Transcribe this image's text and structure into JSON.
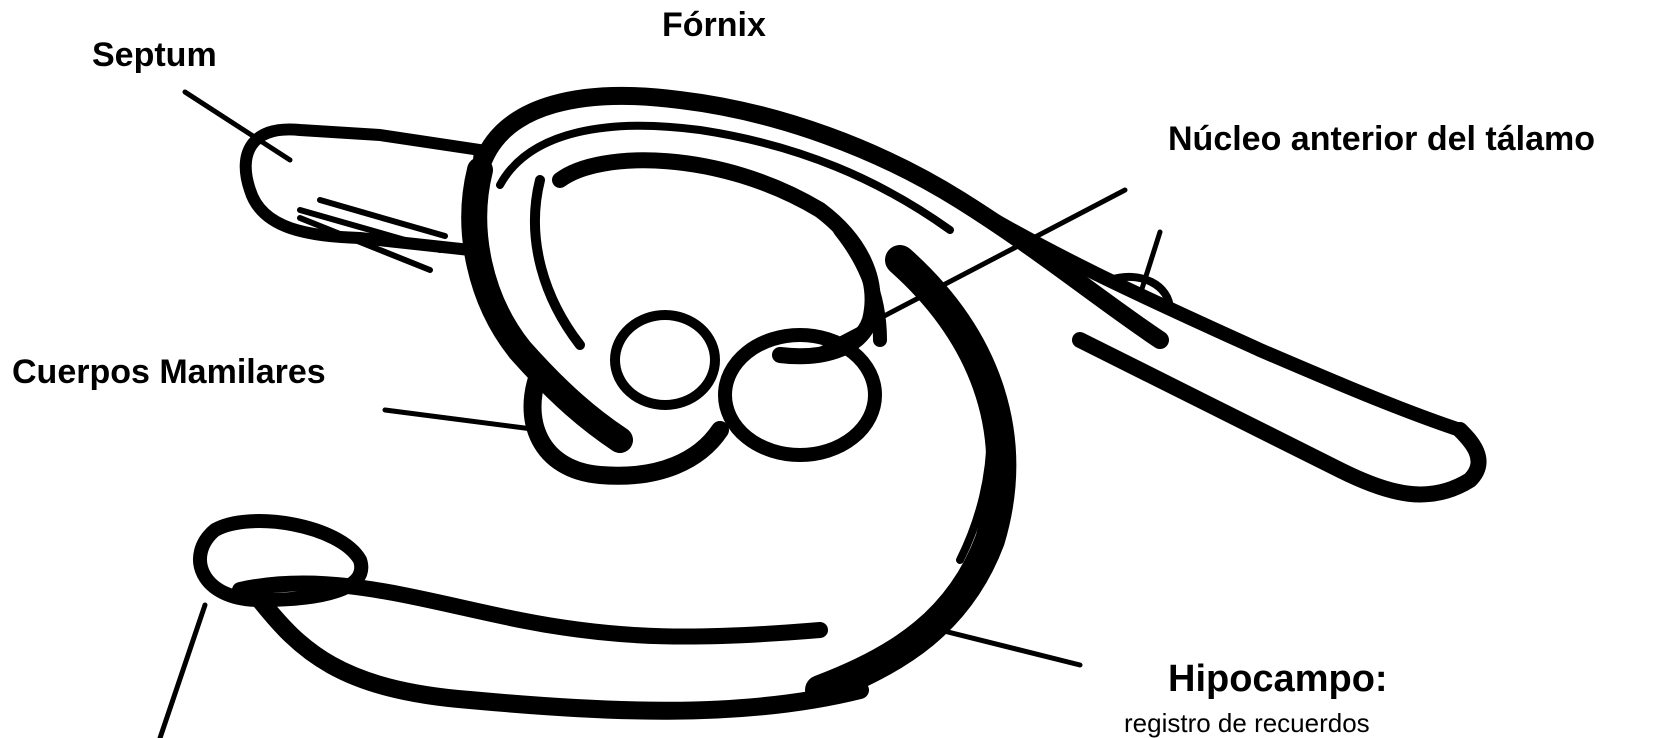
{
  "labels": {
    "septum": "Septum",
    "fornix": "Fórnix",
    "nucleo_anterior": "Núcleo anterior del tálamo",
    "cuerpos_mamilares": "Cuerpos Mamilares",
    "hipocampo": "Hipocampo:",
    "hipocampo_desc": "registro de recuerdos"
  },
  "colors": {
    "ink": "#000000",
    "background": "#ffffff"
  }
}
